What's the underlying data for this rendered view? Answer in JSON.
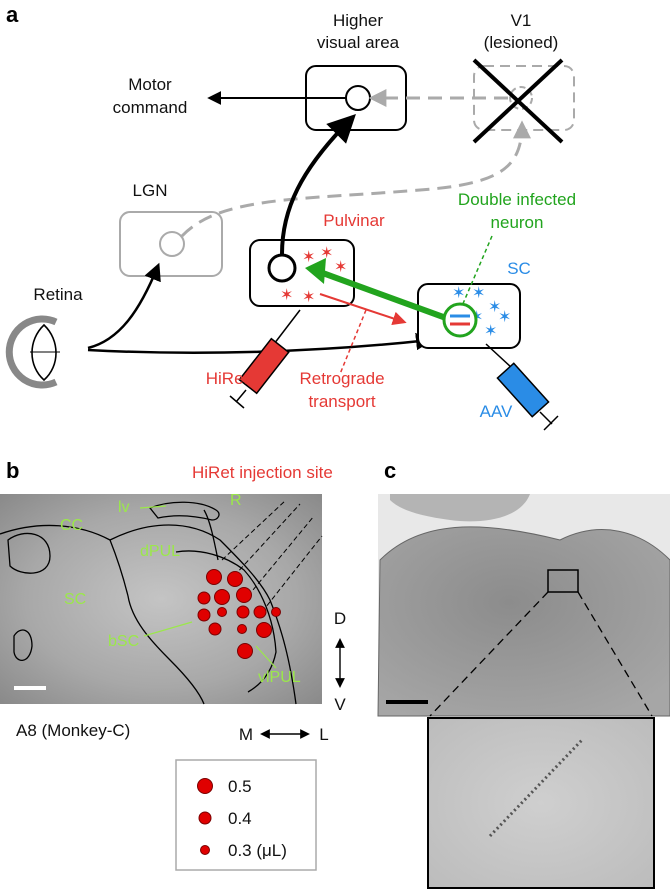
{
  "panel_a": {
    "letter": "a",
    "higher_visual_area": [
      "Higher",
      "visual area"
    ],
    "v1": [
      "V1",
      "(lesioned)"
    ],
    "motor_command": [
      "Motor",
      "command"
    ],
    "lgn": "LGN",
    "retina": "Retina",
    "pulvinar": "Pulvinar",
    "double_infected": [
      "Double infected",
      "neuron"
    ],
    "sc": "SC",
    "hiret": "HiRet",
    "retrograde": [
      "Retrograde",
      "transport"
    ],
    "aav": "AAV",
    "colors": {
      "red": "#e53935",
      "green": "#22a41e",
      "blue": "#2a8ce6",
      "gray": "#aaaaaa"
    }
  },
  "panel_b": {
    "letter": "b",
    "title": "HiRet injection site",
    "regions": {
      "lv": "lv",
      "r": "R",
      "cc": "CC",
      "dpul": "dPUL",
      "sc": "SC",
      "bsc": "bSC",
      "vlpul": "vlPUL"
    },
    "section_label": "A8 (Monkey-C)",
    "axis_d": "D",
    "axis_v": "V",
    "axis_m": "M",
    "axis_l": "L",
    "legend": [
      {
        "label": "0.5",
        "volume": 0.5
      },
      {
        "label": "0.4",
        "volume": 0.4
      },
      {
        "label": "0.3 (μL)",
        "volume": 0.3
      }
    ]
  },
  "panel_c": {
    "letter": "c"
  }
}
